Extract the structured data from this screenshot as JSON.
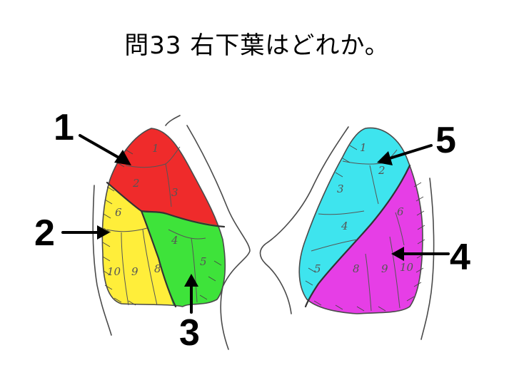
{
  "title": "問33 右下葉はどれか。",
  "callouts": [
    "1",
    "2",
    "3",
    "4",
    "5"
  ],
  "segments_left": [
    "1",
    "2",
    "3",
    "6",
    "4",
    "5",
    "10",
    "9",
    "8"
  ],
  "segments_right": [
    "1",
    "2",
    "3",
    "4",
    "5",
    "6",
    "8",
    "9",
    "10"
  ],
  "colors": {
    "red": "#ef2b2b",
    "yellow": "#ffee3a",
    "green": "#3ee33a",
    "cyan": "#3ee4ee",
    "magenta": "#e63ee6"
  }
}
